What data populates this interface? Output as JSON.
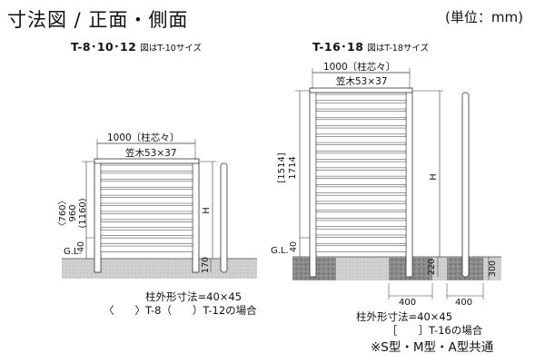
{
  "title": "寸法図 / 正面・側面",
  "unit": "(単位：mm)",
  "left_view": {
    "model": "T-8･10･12",
    "model_note": "図はT-10サイズ",
    "width_label": "1000〔柱芯々〕",
    "rail_label": "笠木53×37",
    "height_labels": [
      "〈760〉",
      "960",
      "(1160)"
    ],
    "h_label": "H",
    "gl_label": "G.L.",
    "gl_dim": "40",
    "embed_dim": "170",
    "note_1": "柱外形寸法=40×45",
    "note_2": "〈　　〉T-8（　　）T-12の場合"
  },
  "right_view": {
    "model": "T-16･18",
    "model_note": "図はT-18サイズ",
    "width_label": "1000〔柱芯々〕",
    "rail_label": "笠木53×37",
    "height_labels": [
      "[1514]",
      "1714"
    ],
    "h_label": "H",
    "gl_label": "G.L.",
    "gl_dim": "40",
    "embed_dim": "220",
    "side_embed_dim": "300",
    "foundation_width_1": "400",
    "foundation_width_2": "400",
    "note_1": "柱外形寸法=40×45",
    "note_2": "［　　］T-16の場合"
  },
  "common_note": "※S型・M型・A型共通"
}
